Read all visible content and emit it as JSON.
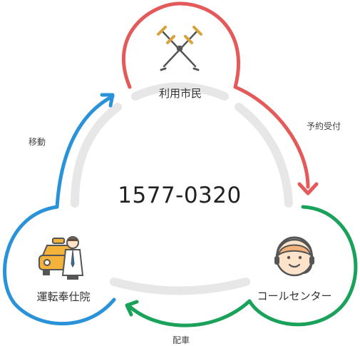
{
  "center": {
    "phone": "1577-0320"
  },
  "nodes": {
    "top": {
      "label": "利用市民",
      "icon": "crutches-icon",
      "color": "#e45a5b"
    },
    "right": {
      "label": "コールセンター",
      "icon": "operator-headset-icon",
      "color": "#1aa25a"
    },
    "left": {
      "label": "運転奉仕院",
      "icon": "taxi-driver-icon",
      "color": "#2a92d8"
    }
  },
  "edges": {
    "top_to_right": {
      "label": "予約受付"
    },
    "right_to_left": {
      "label": "配車"
    },
    "left_to_top": {
      "label": "移動"
    }
  }
}
